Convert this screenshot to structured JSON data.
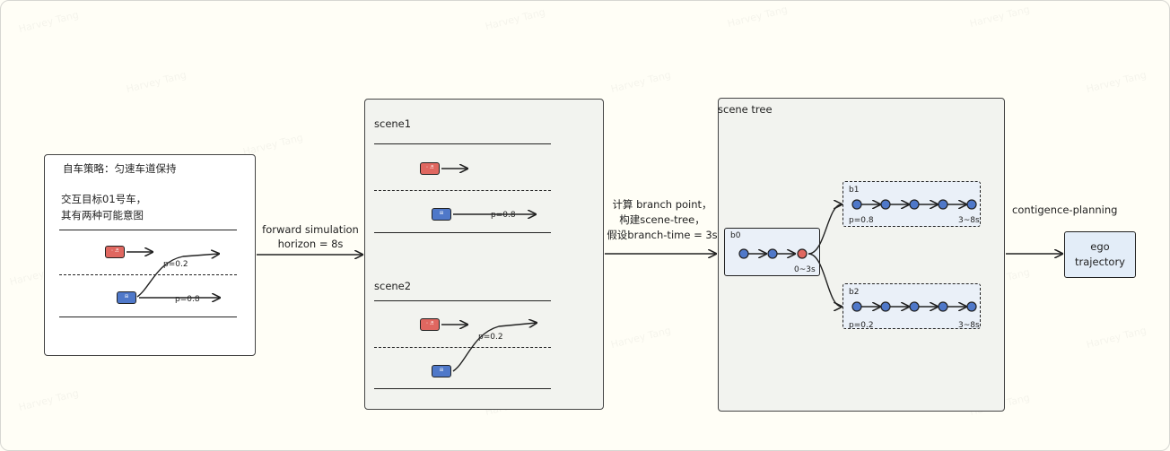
{
  "watermark": "Harvey Tang",
  "left_panel": {
    "policy": "自车策略：匀速车道保持",
    "target_line1": "交互目标01号车，",
    "target_line2": "其有两种可能意图",
    "p_left": "p=0.2",
    "p_straight": "p=0.8"
  },
  "arrow1": {
    "line1": "forward simulation",
    "line2": "horizon = 8s"
  },
  "scenes": {
    "scene1_title": "scene1",
    "scene1_p": "p=0.8",
    "scene2_title": "scene2",
    "scene2_p": "p=0.2"
  },
  "arrow2": {
    "line1": "计算 branch point，",
    "line2": "构建scene-tree，",
    "line3": "假设branch-time = 3s"
  },
  "scene_tree": {
    "title": "scene tree",
    "b0": {
      "label": "b0",
      "time": "0~3s"
    },
    "b1": {
      "label": "b1",
      "p": "p=0.8",
      "time": "3~8s"
    },
    "b2": {
      "label": "b2",
      "p": "p=0.2",
      "time": "3~8s"
    }
  },
  "arrow3": {
    "label": "contigence-planning"
  },
  "ego": {
    "line1": "ego",
    "line2": "trajectory"
  },
  "colors": {
    "ego_car": "#e06760",
    "target_car": "#4f78c9",
    "node_blue": "#4f78c9",
    "node_red": "#e06760",
    "panel_bg": "#f2f3ef",
    "tree_box_bg": "#eaf0f8",
    "ego_box_bg": "#e3edf8"
  }
}
